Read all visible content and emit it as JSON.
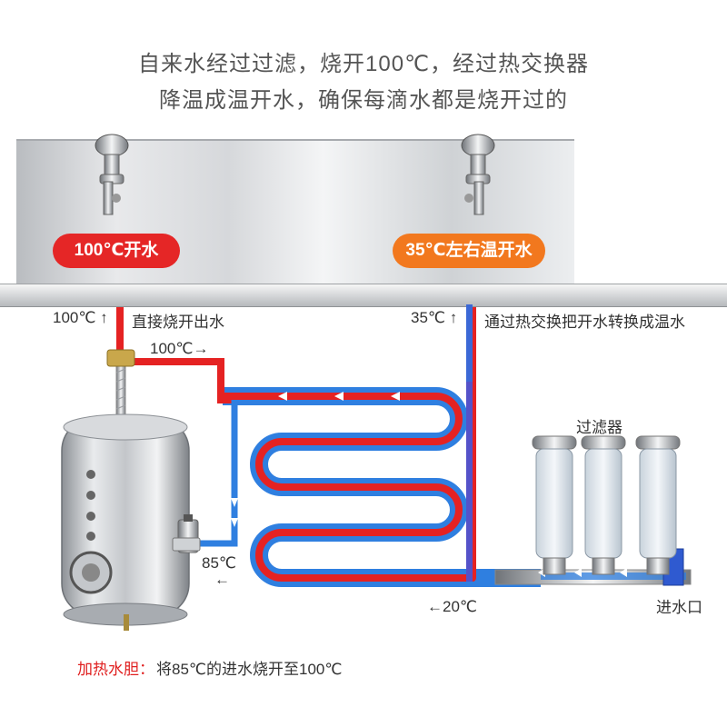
{
  "headline": {
    "line1": "自来水经过过滤，烧开100℃，经过热交换器",
    "line2": "降温成温开水，确保每滴水都是烧开过的"
  },
  "badges": {
    "hot": "100℃开水",
    "warm": "35℃左右温开水"
  },
  "labels": {
    "hot_out_temp": "100℃ ↑",
    "hot_out_desc": "直接烧开出水",
    "warm_out_temp": "35℃ ↑",
    "warm_out_desc": "通过热交换把开水转换成温水",
    "to_exchanger": "100℃→",
    "return_85": "85℃",
    "return_arrow": "←",
    "inlet_20": "←20℃",
    "filter": "过滤器",
    "inlet": "进水口",
    "tank_title": "加热水胆：",
    "tank_desc": "将85℃的进水烧开至100℃"
  },
  "colors": {
    "hot_pipe": "#e52222",
    "cold_pipe": "#2f7fe0",
    "badge_hot": "#e52626",
    "badge_warm": "#f2781e"
  },
  "icons": [
    "faucet-icon",
    "valve-icon",
    "tank-icon",
    "filter-cartridge-icon"
  ]
}
